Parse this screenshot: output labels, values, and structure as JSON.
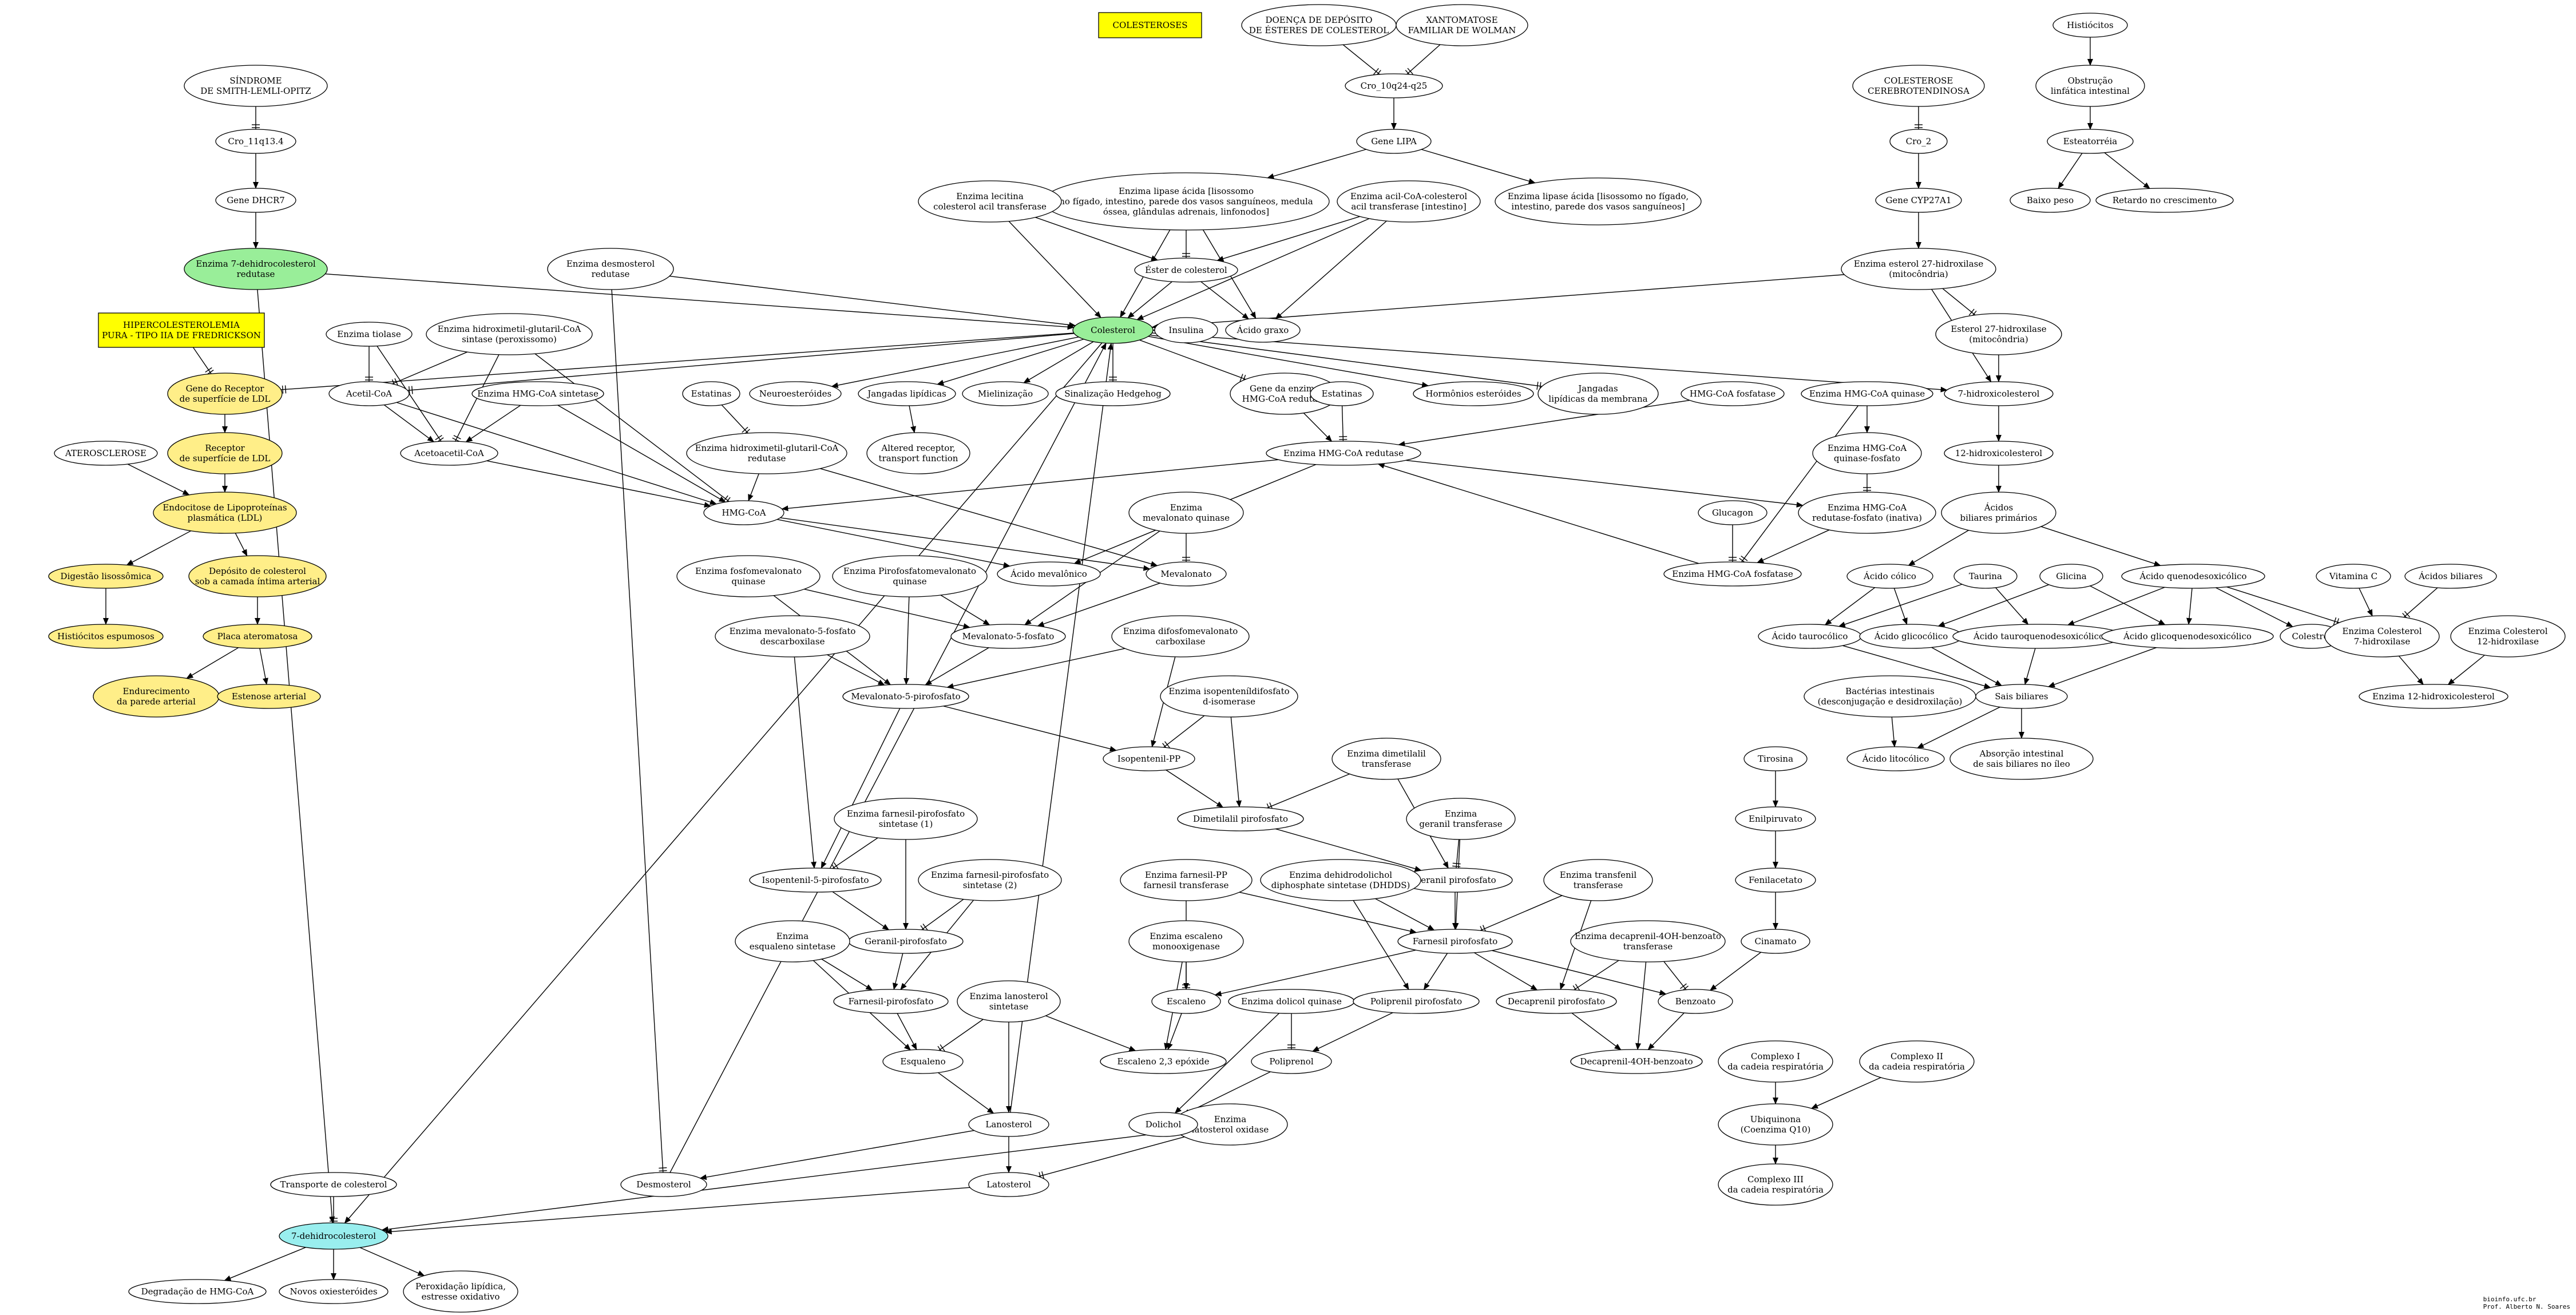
{
  "colors": {
    "green": "#99ee99",
    "yellow": "#ffee88",
    "cyan": "#99eeee",
    "box_yellow": "#ffff00",
    "title_red": "#ff0000"
  },
  "title": "COLESTEROSES",
  "footer": {
    "line1": "bioinfo.ufc.br",
    "line2": "Prof. Alberto N. Soares"
  },
  "nodes": {
    "colesteroses": [
      "COLESTEROSES"
    ],
    "wolman_doenca": [
      "DOENÇA DE DEPÓSITO",
      "DE ÉSTERES DE COLESTEROL"
    ],
    "wolman_xanto": [
      "XANTOMATOSE",
      "FAMILIAR DE WOLMAN"
    ],
    "cro10": [
      "Cro_10q24-q25"
    ],
    "gene_lipa": [
      "Gene LIPA"
    ],
    "lipase_acida_1": [
      "Enzima lipase ácida [lisossomo",
      "no fígado, intestino, parede dos vasos sanguíneos, medula",
      "óssea, glândulas adrenais, linfonodos]"
    ],
    "lipase_acida_2": [
      "Enzima lipase ácida [lisossomo no fígado,",
      "intestino, parede dos vasos sanguíneos]"
    ],
    "lecitina": [
      "Enzima lecitina",
      "colesterol acil transferase"
    ],
    "acilcoa": [
      "Enzima acil-CoA-colesterol",
      "acil transferase [intestino]"
    ],
    "ester": [
      "Éster de colesterol"
    ],
    "acido_graxo": [
      "Ácido graxo"
    ],
    "slo": [
      "SÍNDROME",
      "DE SMITH-LEMLI-OPITZ"
    ],
    "cro11": [
      "Cro_11q13.4"
    ],
    "dhcr7_gene": [
      "Gene DHCR7"
    ],
    "dhcr7_enz": [
      "Enzima 7-dehidrocolesterol",
      "redutase"
    ],
    "desmosterol_red": [
      "Enzima desmosterol",
      "redutase"
    ],
    "colesterol": [
      "Colesterol"
    ],
    "insulina": [
      "Insulina"
    ],
    "hipercol": [
      "HIPERCOLESTEROLEMIA",
      "PURA - TIPO IIA DE FREDRICKSON"
    ],
    "tiolase": [
      "Enzima tiolase"
    ],
    "hmg_sint_perox": [
      "Enzima hidroximetil-glutaril-CoA",
      "sintase (peroxissomo)"
    ],
    "gene_ldlr": [
      "Gene do Receptor",
      "de superfície de LDL"
    ],
    "receptor_ldl": [
      "Receptor",
      "de superfície de LDL"
    ],
    "aterosclerose": [
      "ATEROSCLEROSE"
    ],
    "endocitose": [
      "Endocitose de Lipoproteínas",
      "plasmática (LDL)"
    ],
    "digestao": [
      "Digestão lisossômica"
    ],
    "deposito": [
      "Depósito de colesterol",
      "sob a camada íntima arterial"
    ],
    "histiocitos_esp": [
      "Histiócitos espumosos"
    ],
    "placa": [
      "Placa ateromatosa"
    ],
    "endurecimento": [
      "Endurecimento",
      "da parede arterial"
    ],
    "estenose": [
      "Estenose arterial"
    ],
    "acetil": [
      "Acetil-CoA"
    ],
    "hmg_sint": [
      "Enzima HMG-CoA sintetase"
    ],
    "acetoacetil": [
      "Acetoacetil-CoA"
    ],
    "hmgcoa": [
      "HMG-CoA"
    ],
    "estatinas1": [
      "Estatinas"
    ],
    "neuroester": [
      "Neuroesteróides"
    ],
    "jangadas_lip": [
      "Jangadas lipídicas"
    ],
    "altered": [
      "Altered receptor,",
      "transport function"
    ],
    "hmg_red_enz2": [
      "Enzima hidroximetil-glutaril-CoA",
      "redutase"
    ],
    "mielinizacao": [
      "Mielinização"
    ],
    "hedgehog": [
      "Sinalização Hedgehog"
    ],
    "gene_hmgred": [
      "Gene da enzima",
      "HMG-CoA redutase"
    ],
    "estatinas2": [
      "Estatinas"
    ],
    "hormonios": [
      "Hormônios esteróides"
    ],
    "jangadas_memb": [
      "Jangadas",
      "lipídicas da membrana"
    ],
    "hmg_fosfatase_top": [
      "HMG-CoA fosfatase"
    ],
    "hmg_quinase": [
      "Enzima HMG-CoA quinase"
    ],
    "hmg_red": [
      "Enzima HMG-CoA redutase"
    ],
    "hmg_quinase_fosf": [
      "Enzima HMG-CoA",
      "quinase-fosfato"
    ],
    "hmg_red_fosf": [
      "Enzima HMG-CoA",
      "redutase-fosfato (inativa)"
    ],
    "glucagon": [
      "Glucagon"
    ],
    "hmg_fosfatase": [
      "Enzima HMG-CoA fosfatase"
    ],
    "mev_quinase": [
      "Enzima",
      "mevalonato quinase"
    ],
    "acido_mev": [
      "Ácido mevalônico"
    ],
    "mevalonato": [
      "Mevalonato"
    ],
    "fosfomev_quinase": [
      "Enzima fosfomevalonato",
      "quinase"
    ],
    "pirofosfomev_quinase": [
      "Enzima Pirofosfatomevalonato",
      "quinase"
    ],
    "mev5f": [
      "Mevalonato-5-fosfato"
    ],
    "mev5f_descarb": [
      "Enzima mevalonato-5-fosfato",
      "descarboxilase"
    ],
    "difosfomev_carb": [
      "Enzima difosfomevalonato",
      "carboxilase"
    ],
    "mev5pp": [
      "Mevalonato-5-pirofosfato"
    ],
    "isopentenil_isom": [
      "Enzima isopenteníldifosfato",
      "d-isomerase"
    ],
    "isopentenilpp": [
      "Isopentenil-PP"
    ],
    "dimetilalil_trans": [
      "Enzima dimetilalil",
      "transferase"
    ],
    "dimetilalil_pp": [
      "Dimetilalil pirofosfato"
    ],
    "farnesil_sint1": [
      "Enzima farnesil-pirofosfato",
      "sintetase (1)"
    ],
    "isopentenil5pp": [
      "Isopentenil-5-pirofosfato"
    ],
    "farnesil_sint2": [
      "Enzima farnesil-pirofosfato",
      "sintetase (2)"
    ],
    "geranil_pp_left": [
      "Geranil-pirofosfato"
    ],
    "esqualeno_sint": [
      "Enzima",
      "esqualeno sintetase"
    ],
    "farnesil_pp_left": [
      "Farnesil-pirofosfato"
    ],
    "lanosterol_sint": [
      "Enzima lanosterol",
      "sintetase"
    ],
    "esqualeno": [
      "Esqualeno"
    ],
    "lanosterol": [
      "Lanosterol"
    ],
    "desmosterol": [
      "Desmosterol"
    ],
    "latosterol": [
      "Latosterol"
    ],
    "latosterol_ox": [
      "Enzima",
      "latosterol oxidase"
    ],
    "transporte": [
      "Transporte de colesterol"
    ],
    "dehidrocol7": [
      "7-dehidrocolesterol"
    ],
    "degradacao": [
      "Degradação de HMG-CoA"
    ],
    "novos_oxi": [
      "Novos oxiesteróides"
    ],
    "peroxidacao": [
      "Peroxidação lipídica,",
      "estresse oxidativo"
    ],
    "geranil_trans": [
      "Enzima",
      "geranil transferase"
    ],
    "geranil_pp": [
      "Geranil pirofosfato"
    ],
    "farnesilpp_trans": [
      "Enzima farnesil-PP",
      "farnesil transferase"
    ],
    "dhdds": [
      "Enzima dehidrodolichol",
      "diphosphate sintetase (DHDDS)"
    ],
    "transfenil": [
      "Enzima transfenil",
      "transferase"
    ],
    "farnesil_pp": [
      "Farnesil pirofosfato"
    ],
    "esqualeno_mono": [
      "Enzima escaleno",
      "monooxigenase"
    ],
    "escaleno": [
      "Escaleno"
    ],
    "dolicol_quinase": [
      "Enzima dolicol quinase"
    ],
    "poliprenil_pp": [
      "Poliprenil pirofosfato"
    ],
    "escaleno_epox": [
      "Escaleno 2,3 epóxide"
    ],
    "poliprenol": [
      "Poliprenol"
    ],
    "dolichol": [
      "Dolichol"
    ],
    "decaprenil_trans": [
      "Enzima decaprenil-4OH-benzoato",
      "transferase"
    ],
    "decaprenil_pp": [
      "Decaprenil pirofosfato"
    ],
    "benzoato": [
      "Benzoato"
    ],
    "decaprenil_4oh": [
      "Decaprenil-4OH-benzoato"
    ],
    "tirosina": [
      "Tirosina"
    ],
    "enilpiruvato": [
      "Enilpiruvato"
    ],
    "fenilacetato": [
      "Fenilacetato"
    ],
    "cinamato": [
      "Cinamato"
    ],
    "complexo1": [
      "Complexo I",
      "da cadeia respiratória"
    ],
    "complexo2": [
      "Complexo II",
      "da cadeia respiratória"
    ],
    "ubiquinona": [
      "Ubiquinona",
      "(Coenzima Q10)"
    ],
    "complexo3": [
      "Complexo III",
      "da cadeia respiratória"
    ],
    "ctx": [
      "COLESTEROSE",
      "CEREBROTENDINOSA"
    ],
    "cro2": [
      "Cro_2"
    ],
    "gene_cyp": [
      "Gene CYP27A1"
    ],
    "esterol27_enz": [
      "Enzima esterol 27-hidroxilase",
      "(mitocôndria)"
    ],
    "esterol27": [
      "Esterol 27-hidroxilase",
      "(mitocôndria)"
    ],
    "hidroxicol7": [
      "7-hidroxicolesterol"
    ],
    "hidroxicol12": [
      "12-hidroxicolesterol"
    ],
    "acidos_bil_prim": [
      "Ácidos",
      "biliares primários"
    ],
    "acido_colico": [
      "Ácido cólico"
    ],
    "taurina": [
      "Taurina"
    ],
    "glicina": [
      "Glicina"
    ],
    "acido_queno": [
      "Ácido quenodesoxicólico"
    ],
    "vitamina_c": [
      "Vitamina C"
    ],
    "acidos_biliares": [
      "Ácidos biliares"
    ],
    "taurocolico": [
      "Ácido taurocólico"
    ],
    "glicocolico": [
      "Ácido glicocólico"
    ],
    "tauroqueno": [
      "Ácido tauroquenodesoxicólico"
    ],
    "glicoqueno": [
      "Ácido glicoquenodesoxicólico"
    ],
    "colestrol": [
      "Colestrol"
    ],
    "col7hidrox": [
      "Enzima Colesterol",
      "7-hidroxilase"
    ],
    "col12hidrox": [
      "Enzima Colesterol",
      "12-hidroxilase"
    ],
    "bacterias": [
      "Bactérias intestinais",
      "(desconjugação e desidroxilação)"
    ],
    "sais_biliares": [
      "Sais biliares"
    ],
    "enzima12": [
      "Enzima 12-hidroxicolesterol"
    ],
    "litocolico": [
      "Ácido litocólico"
    ],
    "absorcao": [
      "Absorção intestinal",
      "de sais biliares no íleo"
    ],
    "histiocitos": [
      "Histiócitos"
    ],
    "obstrucao": [
      "Obstrução",
      "linfática intestinal"
    ],
    "esteatorreia": [
      "Esteatorréia"
    ],
    "baixo_peso": [
      "Baixo peso"
    ],
    "retardo": [
      "Retardo no crescimento"
    ]
  }
}
